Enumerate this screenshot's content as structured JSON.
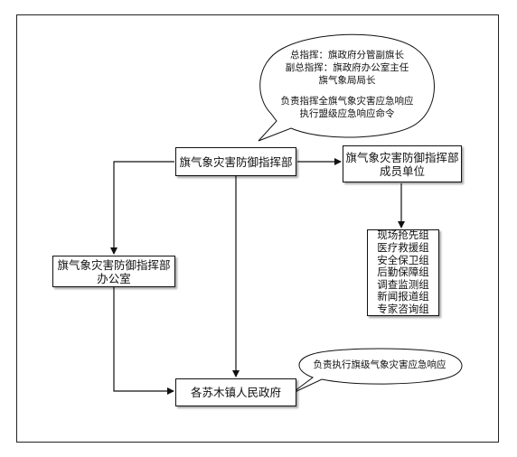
{
  "main_box": {
    "label": "旗气象灾害防御指挥部"
  },
  "member_box": {
    "line1": "旗气象灾害防御指挥部",
    "line2": "成员单位"
  },
  "office_box": {
    "line1": "旗气象灾害防御指挥部",
    "line2": "办公室"
  },
  "town_box": {
    "label": "各苏木镇人民政府"
  },
  "groups_box": {
    "items": [
      "现场抢先组",
      "医疗救援组",
      "安全保卫组",
      "后勤保障组",
      "调查监测组",
      "新闻报道组",
      "专家咨询组"
    ]
  },
  "top_bubble": {
    "line1": "总指挥：旗政府分管副旗长",
    "line2": "副总指挥：旗政府办公室主任",
    "line3": "旗气象局局长",
    "line4": "负责指挥全旗气象灾害应急响应",
    "line5": "执行盟级应急响应命令"
  },
  "bottom_bubble": {
    "line1": "负责执行旗级气象灾害应急响应"
  }
}
